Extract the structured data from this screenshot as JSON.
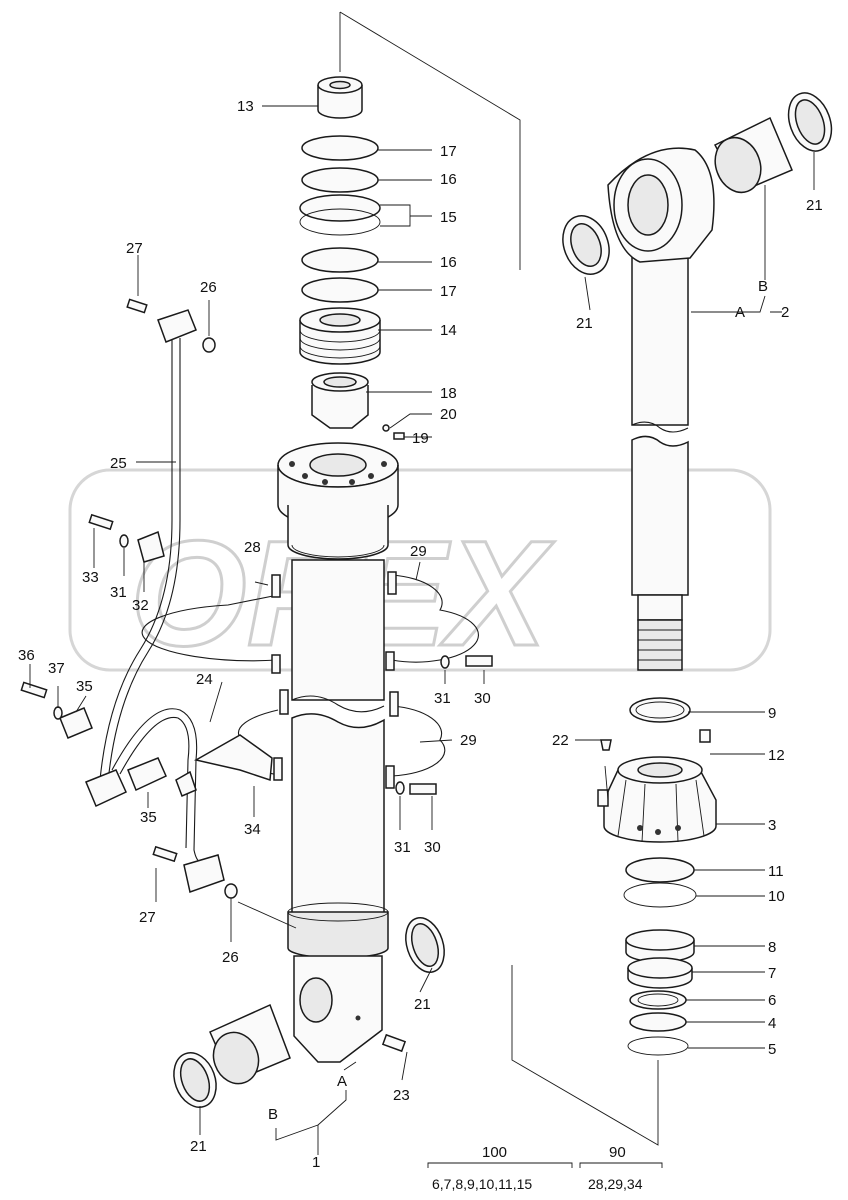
{
  "watermark": {
    "text": "OPEX"
  },
  "callouts": {
    "c13": "13",
    "c17a": "17",
    "c16a": "16",
    "c15": "15",
    "c16b": "16",
    "c17b": "17",
    "c14": "14",
    "c18": "18",
    "c20": "20",
    "c19": "19",
    "c27a": "27",
    "c26a": "26",
    "c25": "25",
    "c33": "33",
    "c31a": "31",
    "c32": "32",
    "c28": "28",
    "c29a": "29",
    "c36": "36",
    "c37": "37",
    "c35a": "35",
    "c24": "24",
    "c31b": "31",
    "c30a": "30",
    "c29b": "29",
    "c35b": "35",
    "c34": "34",
    "c31c": "31",
    "c30b": "30",
    "c27b": "27",
    "c26b": "26",
    "c21a": "21",
    "cA1": "A",
    "c23": "23",
    "cB1": "B",
    "c21b": "21",
    "c1": "1",
    "c21c": "21",
    "c21d": "21",
    "cB2": "B",
    "cA2": "A",
    "c2": "2",
    "c9": "9",
    "c22": "22",
    "c12": "12",
    "c3": "3",
    "c11": "11",
    "c10": "10",
    "c8": "8",
    "c7": "7",
    "c6": "6",
    "c4": "4",
    "c5": "5"
  },
  "kits": {
    "k100": {
      "number": "100",
      "contents": "6,7,8,9,10,11,15"
    },
    "k90": {
      "number": "90",
      "contents": "28,29,34"
    }
  }
}
